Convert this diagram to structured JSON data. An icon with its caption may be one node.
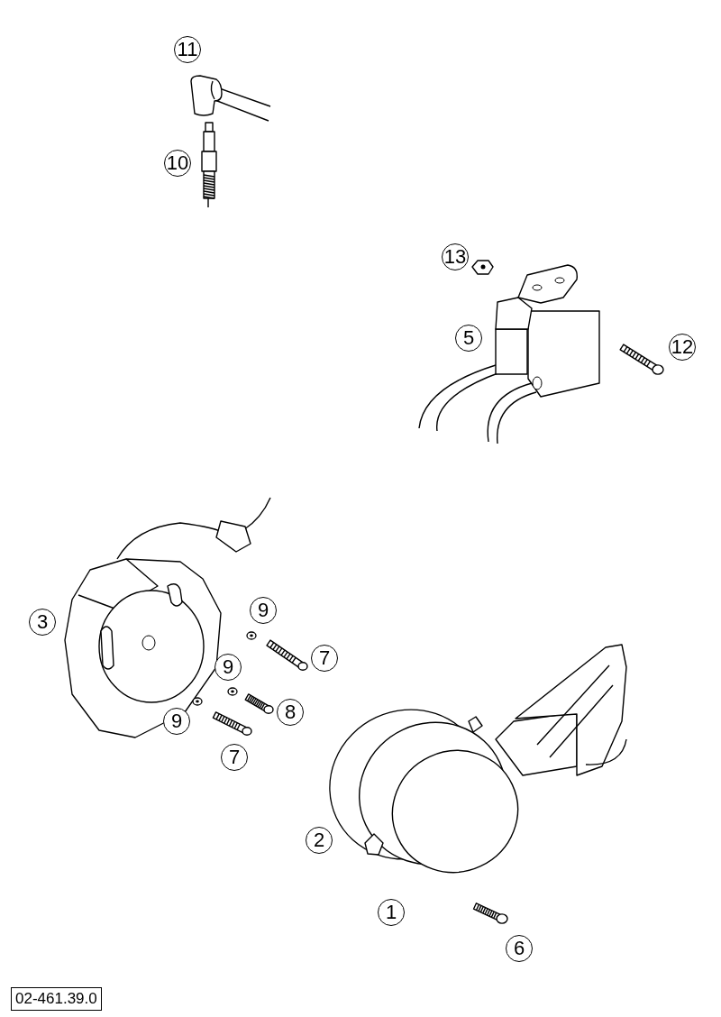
{
  "diagram": {
    "labels": [
      "11",
      "10",
      "13",
      "5",
      "12",
      "9",
      "3",
      "7",
      "9",
      "8",
      "9",
      "7",
      "2",
      "1",
      "6",
      "02-461.39.0"
    ]
  }
}
